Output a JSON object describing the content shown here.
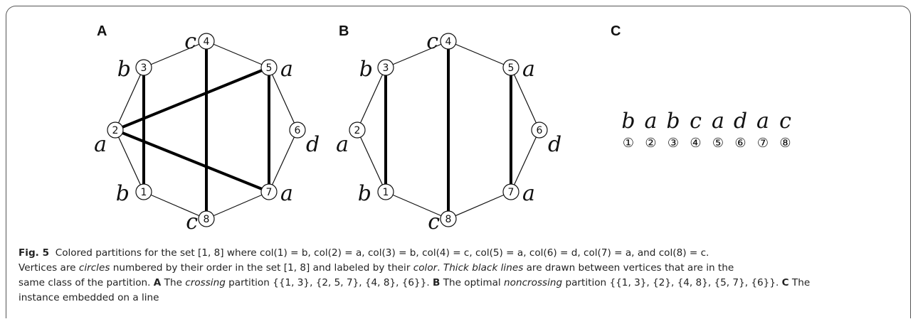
{
  "panels": [
    {
      "label": "A",
      "vertices": [
        {
          "num": "1",
          "color": "b"
        },
        {
          "num": "2",
          "color": "a"
        },
        {
          "num": "3",
          "color": "b"
        },
        {
          "num": "4",
          "color": "c"
        },
        {
          "num": "5",
          "color": "a"
        },
        {
          "num": "6",
          "color": "d"
        },
        {
          "num": "7",
          "color": "a"
        },
        {
          "num": "8",
          "color": "c"
        }
      ],
      "thick_edges": [
        [
          1,
          3
        ],
        [
          2,
          5
        ],
        [
          2,
          7
        ],
        [
          5,
          7
        ],
        [
          4,
          8
        ]
      ]
    },
    {
      "label": "B",
      "vertices": [
        {
          "num": "1",
          "color": "b"
        },
        {
          "num": "2",
          "color": "a"
        },
        {
          "num": "3",
          "color": "b"
        },
        {
          "num": "4",
          "color": "c"
        },
        {
          "num": "5",
          "color": "a"
        },
        {
          "num": "6",
          "color": "d"
        },
        {
          "num": "7",
          "color": "a"
        },
        {
          "num": "8",
          "color": "c"
        }
      ],
      "thick_edges": [
        [
          1,
          3
        ],
        [
          4,
          8
        ],
        [
          5,
          7
        ]
      ]
    },
    {
      "label": "C",
      "line_colors": [
        "b",
        "a",
        "b",
        "c",
        "a",
        "d",
        "a",
        "c"
      ],
      "line_nums": [
        "①",
        "②",
        "③",
        "④",
        "⑤",
        "⑥",
        "⑦",
        "⑧"
      ]
    }
  ],
  "caption": {
    "fig_label": "Fig. 5",
    "line1": "Colored partitions for the set [1, 8] where col(1) = b, col(2) = a, col(3) = b, col(4) = c, col(5) = a, col(6) = d, col(7) = a, and col(8) = c.",
    "line2_pre": "Vertices are ",
    "line2_circles": "circles",
    "line2_mid": " numbered by their order in the set [1, 8] and labeled by their ",
    "line2_color": "color",
    "line2_dot": ". ",
    "line2_thick": "Thick black lines",
    "line2_post": " are drawn between vertices that are in the",
    "line3_pre": "same class of the partition. ",
    "line3_A": "A",
    "line3_the": " The ",
    "line3_crossing": "crossing",
    "line3_mid": " partition {{1, 3}, {2, 5, 7}, {4, 8}, {6}}. ",
    "line3_B": "B",
    "line3_optimal": " The optimal ",
    "line3_noncrossing": "noncrossing",
    "line3_post": " partition {{1, 3}, {2}, {4, 8}, {5, 7}, {6}}. ",
    "line3_C": "C",
    "line3_end": " The",
    "line4": "instance embedded on a line"
  }
}
